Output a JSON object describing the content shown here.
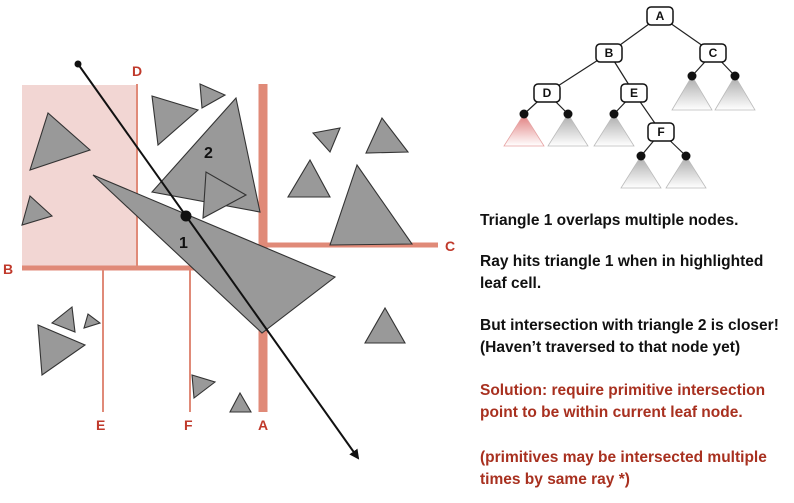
{
  "colors": {
    "partition": "#e08a78",
    "cell": "#f2d6d3",
    "triangle": "#999999",
    "red_text": "#a8301f",
    "text": "#111111"
  },
  "partition_labels": {
    "A": "A",
    "B": "B",
    "C": "C",
    "D": "D",
    "E": "E",
    "F": "F"
  },
  "triangle_labels": {
    "t1": "1",
    "t2": "2"
  },
  "tree": {
    "nodes": {
      "A": "A",
      "B": "B",
      "C": "C",
      "D": "D",
      "E": "E",
      "F": "F"
    }
  },
  "text_blocks": [
    {
      "id": "overlap",
      "lines": [
        "Triangle 1 overlaps multiple nodes."
      ],
      "emphasis": false
    },
    {
      "id": "hit",
      "lines": [
        "Ray hits triangle 1 when in highlighted",
        "leaf cell."
      ],
      "emphasis": false
    },
    {
      "id": "closer",
      "lines": [
        "But intersection with triangle 2 is closer!",
        "(Haven’t traversed to that node yet)"
      ],
      "emphasis": false
    },
    {
      "id": "solution",
      "lines": [
        "Solution: require primitive intersection",
        "point to be within current leaf node."
      ],
      "emphasis": true
    },
    {
      "id": "note",
      "lines": [
        "(primitives may be intersected multiple",
        "times by same ray *)"
      ],
      "emphasis": true
    }
  ]
}
